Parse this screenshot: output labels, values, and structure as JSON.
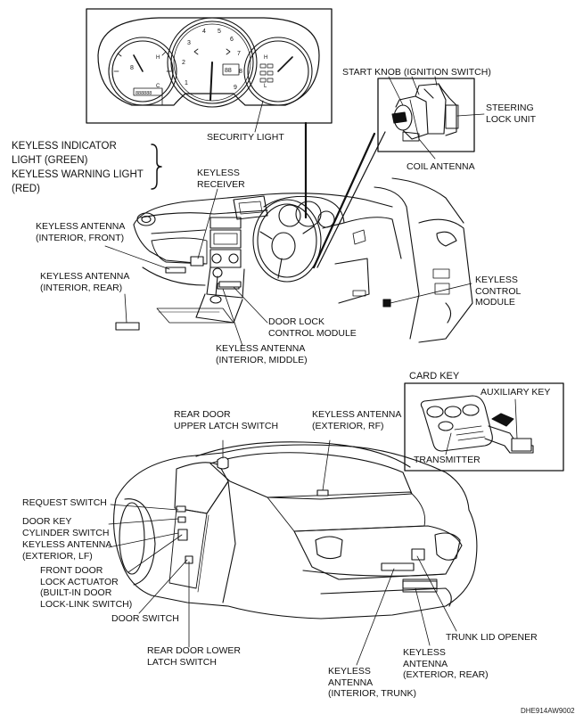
{
  "labels": {
    "keyless_indicator": "KEYLESS INDICATOR\nLIGHT (GREEN)\nKEYLESS WARNING LIGHT\n(RED)",
    "security_light": "SECURITY LIGHT",
    "start_knob": "START KNOB (IGNITION SWITCH)",
    "steering_lock_unit": "STEERING\nLOCK UNIT",
    "coil_antenna": "COIL ANTENNA",
    "keyless_receiver": "KEYLESS\nRECEIVER",
    "antenna_interior_front": "KEYLESS ANTENNA\n(INTERIOR, FRONT)",
    "antenna_interior_rear": "KEYLESS ANTENNA\n(INTERIOR, REAR)",
    "keyless_control_module": "KEYLESS\nCONTROL\nMODULE",
    "door_lock_control_module": "DOOR LOCK\nCONTROL MODULE",
    "antenna_interior_middle": "KEYLESS ANTENNA\n(INTERIOR, MIDDLE)",
    "card_key": "CARD KEY",
    "auxiliary_key": "AUXILIARY KEY",
    "transmitter": "TRANSMITTER",
    "rear_door_upper_latch": "REAR DOOR\nUPPER LATCH SWITCH",
    "antenna_exterior_rf": "KEYLESS ANTENNA\n(EXTERIOR, RF)",
    "request_switch": "REQUEST SWITCH",
    "door_key_cylinder": "DOOR KEY\nCYLINDER SWITCH",
    "antenna_exterior_lf": "KEYLESS ANTENNA\n(EXTERIOR, LF)",
    "front_door_lock_actuator": "FRONT DOOR\nLOCK ACTUATOR\n(BUILT-IN DOOR\nLOCK-LINK SWITCH)",
    "door_switch": "DOOR SWITCH",
    "trunk_lid_opener": "TRUNK LID OPENER",
    "rear_door_lower_latch": "REAR DOOR LOWER\nLATCH SWITCH",
    "antenna_exterior_rear": "KEYLESS\nANTENNA\n(EXTERIOR, REAR)",
    "antenna_interior_trunk": "KEYLESS\nANTENNA\n(INTERIOR, TRUNK)",
    "figure_code": "DHE914AW9002"
  }
}
